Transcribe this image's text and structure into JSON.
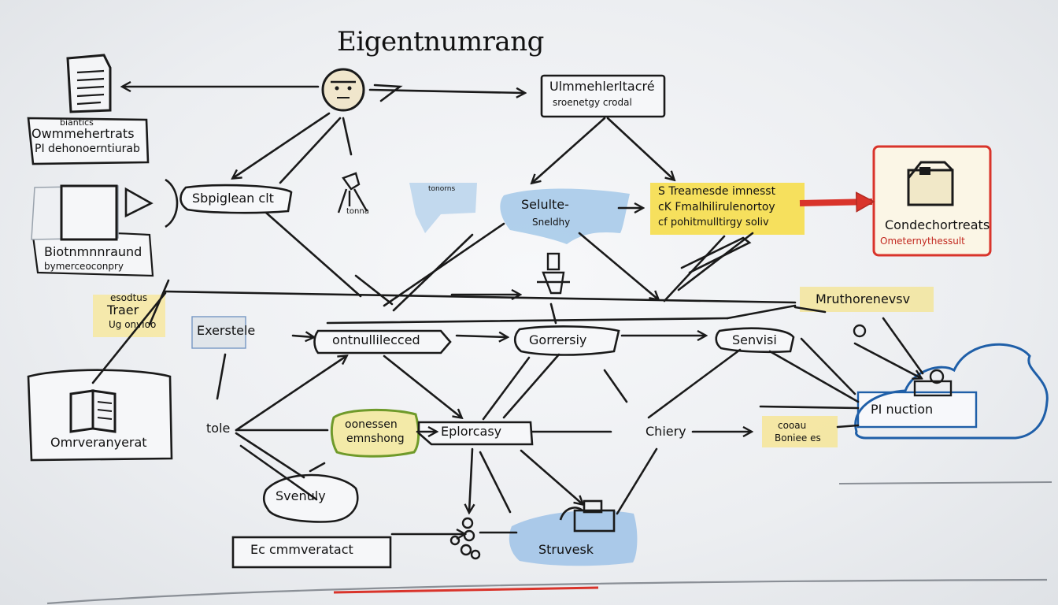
{
  "title": "Eigentnumrang",
  "colors": {
    "ink": "#1a1a1a",
    "yellow_note": "#f6e27a",
    "pale_yellow": "#f3e9a8",
    "blue_blob": "#9cc3e6",
    "red_accent": "#d9342b",
    "green_ring": "#6f9a2a",
    "blue_cloud": "#1f5fa8"
  },
  "nodes": {
    "top_right_box": {
      "line1": "Ulmmehlerltacré",
      "line2": "sroenetgy crodal"
    },
    "left_doc": {
      "line1": "biantics",
      "line2": "Owmmehertrats",
      "line3": "PI dehonoerntiurab"
    },
    "spbgle": {
      "text": "Sbpiglean clt"
    },
    "small_card": {
      "text": "tonorns"
    },
    "person_label": {
      "text": "tonna"
    },
    "selute": {
      "line1": "Selulte-",
      "line2": "Sneldhy"
    },
    "yellow_banner": {
      "line1": "S Treamesde imnesst",
      "line2": "cK Fmalhilirulenortoy",
      "line3": "cf pohitmulltirgy soliv"
    },
    "red_box": {
      "line1": "Condechortreats",
      "line2": "Ometernythessult"
    },
    "left_mid": {
      "line1": "Biotnmnnraund",
      "line2": "bymerceoconpry"
    },
    "trader": {
      "line1": "esodtus",
      "line2": "Traer",
      "line3": "Ug onvioo"
    },
    "mruh": {
      "text": "Mruthorenevsv"
    },
    "exercise": {
      "text": "Exerstele"
    },
    "omt": {
      "text": "ontnullilecced"
    },
    "gorrersky": {
      "text": "Gorrersiy"
    },
    "senvisi": {
      "text": "Senvisi"
    },
    "left_book": {
      "text": "Omrveranyerat"
    },
    "tole": {
      "text": "tole"
    },
    "green_note": {
      "line1": "oonessen",
      "line2": "emnshong"
    },
    "epl": {
      "text": "Eplorcasy"
    },
    "chier": {
      "text": "Chiery"
    },
    "small_yellow": {
      "line1": "cooau",
      "line2": "Boniee es"
    },
    "cloud": {
      "text": "PI nuction"
    },
    "svenu": {
      "text": "Svenuly"
    },
    "bottom_box": {
      "text": "Ec cmmveratact"
    },
    "struvesk": {
      "text": "Struvesk"
    }
  }
}
